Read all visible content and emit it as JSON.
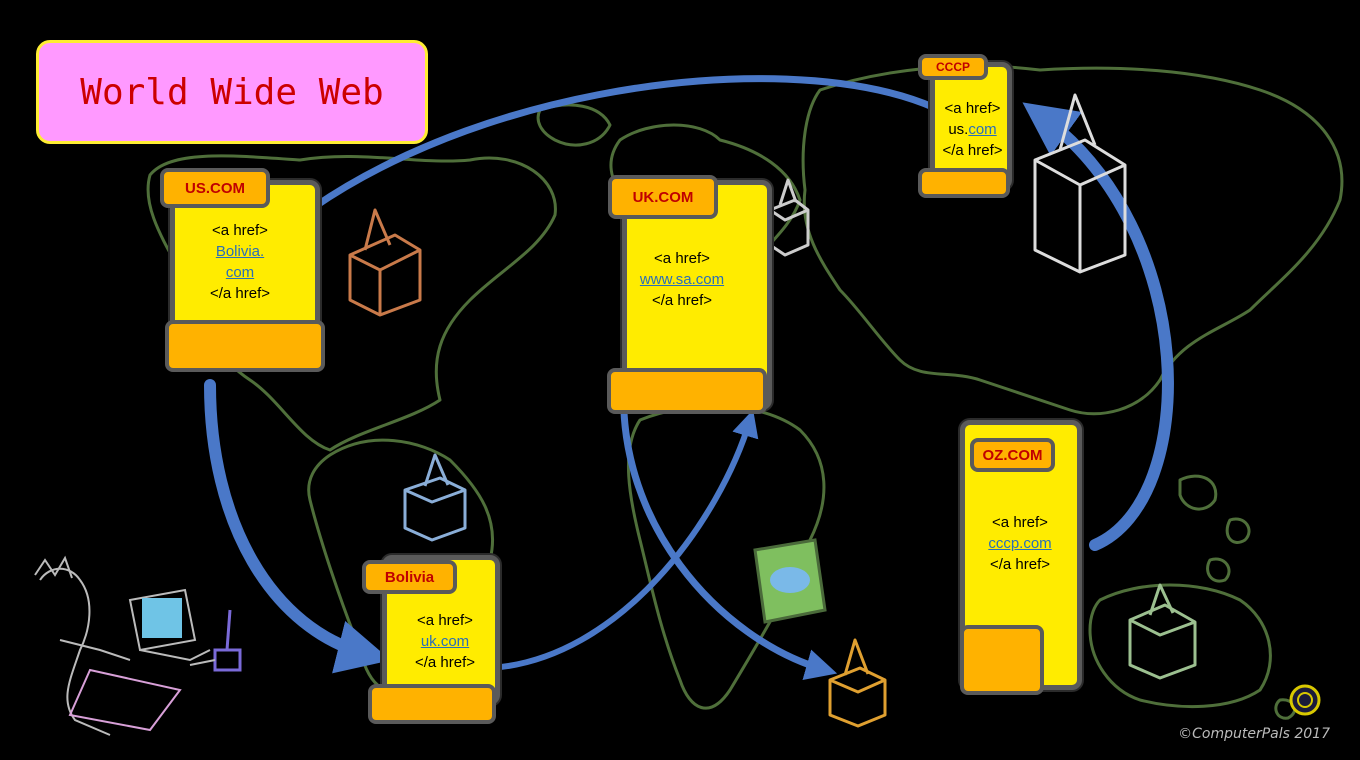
{
  "title": "World Wide Web",
  "pages": {
    "us": {
      "site": "US.COM",
      "open": "<a href>",
      "link1": "Bolivia.",
      "link2": "com",
      "close": "</a href>"
    },
    "uk": {
      "site": "UK.COM",
      "open": "<a href>",
      "link": "www.sa.com",
      "close": "</a href>"
    },
    "cccp": {
      "site": "CCCP",
      "open": "<a href>",
      "link_prefix": "us.",
      "link": "com",
      "close": "</a href>"
    },
    "bolivia": {
      "site": "Bolivia",
      "open": "<a href>",
      "link": "uk.com",
      "close": "</a href>"
    },
    "oz": {
      "site": "OZ.COM",
      "open": "<a href>",
      "link": "cccp.com",
      "close": "</a href>"
    }
  },
  "copyright": "©ComputerPals 2017",
  "colors": {
    "scroll": "#ffec00",
    "tab": "#ffb200",
    "arrow": "#4a78c8",
    "map": "#4f6f3a",
    "title_bg": "#ff99ff",
    "title_text": "#cc0000"
  }
}
